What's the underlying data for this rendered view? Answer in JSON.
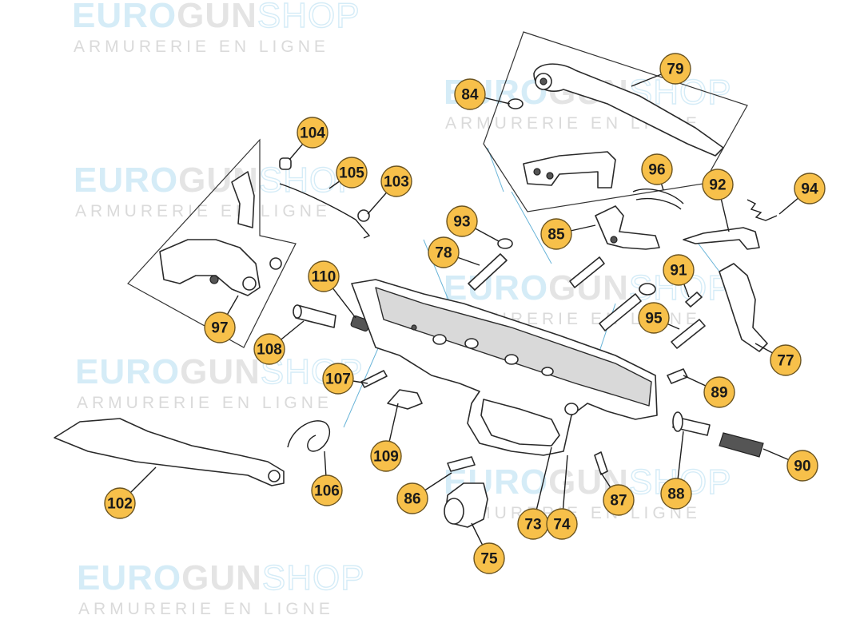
{
  "watermark": {
    "brand_euro": "EURO",
    "brand_gun": "GUN",
    "brand_shop": "SHOP",
    "tagline": "ARMURERIE EN LIGNE"
  },
  "callouts": [
    "79",
    "84",
    "104",
    "105",
    "103",
    "96",
    "92",
    "94",
    "93",
    "85",
    "78",
    "110",
    "91",
    "95",
    "97",
    "108",
    "77",
    "107",
    "89",
    "109",
    "90",
    "102",
    "106",
    "86",
    "87",
    "88",
    "73",
    "74",
    "75"
  ],
  "colors": {
    "callout_fill": "#f7c04a",
    "callout_stroke": "#6b5420",
    "watermark_blue": "#c7e6f5",
    "watermark_gray": "#d6d6d6",
    "guide_blue": "#69b4d8"
  }
}
